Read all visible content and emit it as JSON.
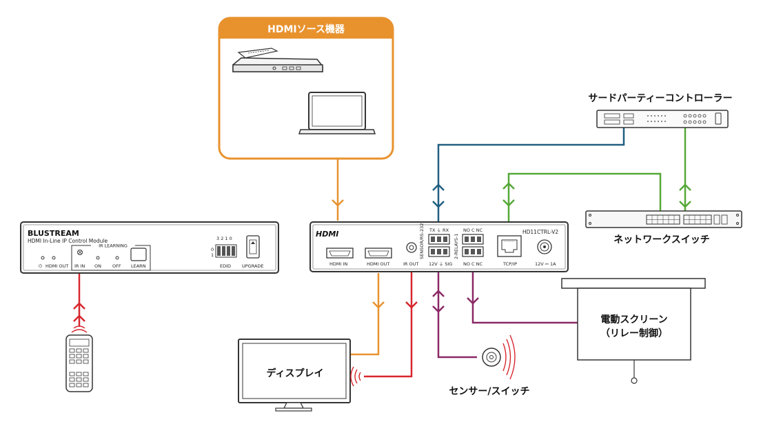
{
  "source": {
    "title": "HDMIソース機器"
  },
  "controller": {
    "label": "サードパーティーコントローラー"
  },
  "network": {
    "label": "ネットワークスイッチ"
  },
  "screen": {
    "line1": "電動スクリーン",
    "line2": "（リレー制御）"
  },
  "display": {
    "label": "ディスプレイ"
  },
  "sensor": {
    "label": "センサー/スイッチ"
  },
  "module": {
    "brand": "BLUSTREAM",
    "subtitle": "HDMI In-Line IP Control Module",
    "ir_learning": "IR LEARNING",
    "hdmi_out": "HDMI OUT",
    "ir_in": "IR IN",
    "on": "ON",
    "off": "OFF",
    "learn": "LEARN",
    "dip_numbers": "3 2 1 0",
    "dip_0": "0",
    "dip_1": "1",
    "edid": "EDID",
    "upgrade": "UPGRADE"
  },
  "device": {
    "logo": "HDMI",
    "model": "HD11CTRL-V2",
    "hdmi_in": "HDMI IN",
    "hdmi_out": "HDMI OUT",
    "ir_out": "IR OUT",
    "sensor_rs232": "SENSOR/RS-232",
    "tx_rx": "TX ⏚ RX",
    "sig": "12V ⏚ SIG",
    "relays": "2-RELAYS-1",
    "nocnc_top": "NO C NC",
    "nocnc_bottom": "NO C NC",
    "tcpip": "TCP/IP",
    "power": "12V ⎓ 1A"
  },
  "colors": {
    "orange": "#e8922e",
    "red": "#d7262d",
    "blue": "#1f5e80",
    "green": "#55a838",
    "purple": "#8a2866"
  }
}
